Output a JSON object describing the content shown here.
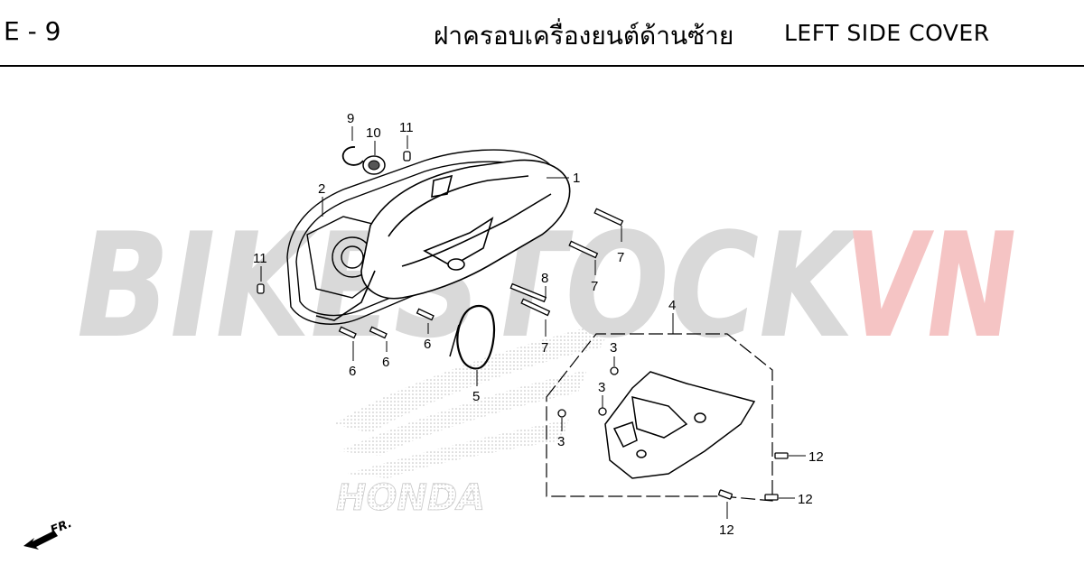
{
  "header": {
    "page_code": "E - 9",
    "title_thai": "ฝาครอบเครื่องยนต์ด้านซ้าย",
    "title_english": "LEFT SIDE COVER"
  },
  "watermark": {
    "text_main": "BIKESTOCK",
    "text_accent": "VN",
    "main_color": "#d9d9d9",
    "accent_color": "#f5c4c4"
  },
  "brand_logo_text": "HONDA",
  "direction_label": "FR.",
  "callouts": {
    "c1": "1",
    "c2": "2",
    "c3a": "3",
    "c3b": "3",
    "c3c": "3",
    "c4": "4",
    "c5": "5",
    "c6a": "6",
    "c6b": "6",
    "c6c": "6",
    "c7a": "7",
    "c7b": "7",
    "c7c": "7",
    "c8": "8",
    "c9": "9",
    "c10": "10",
    "c11a": "11",
    "c11b": "11",
    "c12a": "12",
    "c12b": "12",
    "c12c": "12"
  }
}
